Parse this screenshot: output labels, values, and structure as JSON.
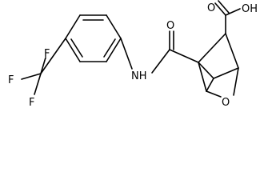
{
  "structure": {
    "atoms": {
      "f_top": "F",
      "f_left": "F",
      "f_bottom": "F",
      "nh": "NH",
      "o_amide": "O",
      "o_acid": "O",
      "oh_acid": "OH",
      "o_ring": "O"
    },
    "bond_color": "#000000",
    "background": "#ffffff"
  }
}
